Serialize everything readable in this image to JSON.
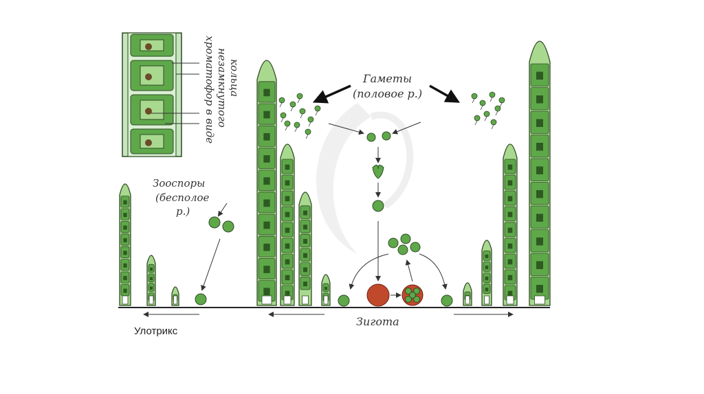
{
  "labels": {
    "chromatophore": [
      "хроматофор в виде",
      "незамкнутого",
      "кольца"
    ],
    "zoospores": [
      "Зооспоры",
      "(бесполое",
      "р.)"
    ],
    "gametes": [
      "Гаметы",
      "(половое р.)"
    ],
    "zygote": "Зигота",
    "caption": "Улотрикс"
  },
  "colors": {
    "cell_fill": "#5fa84a",
    "cell_light": "#a9d98f",
    "outline": "#2f4a25",
    "zygote": "#c0492c",
    "ground": "#222222",
    "watermark": "#e3e3e3"
  }
}
